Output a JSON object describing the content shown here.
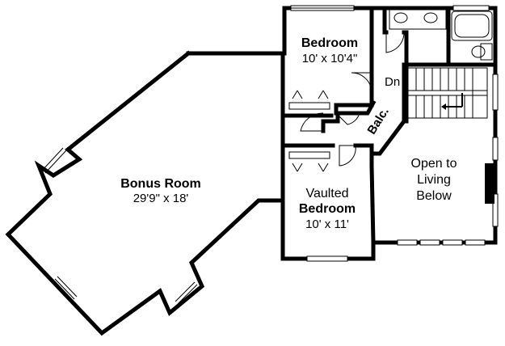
{
  "rooms": {
    "bonus": {
      "name": "Bonus Room",
      "size": "29'9\" x 18'"
    },
    "bedroom": {
      "name": "Bedroom",
      "size": "10' x 10'4\""
    },
    "vaulted": {
      "name_line1": "Vaulted",
      "name_line2": "Bedroom",
      "size": "10' x 11'"
    },
    "open": {
      "line1": "Open to",
      "line2": "Living",
      "line3": "Below"
    }
  },
  "labels": {
    "balcony": "Balc.",
    "stair_down": "Dn"
  }
}
